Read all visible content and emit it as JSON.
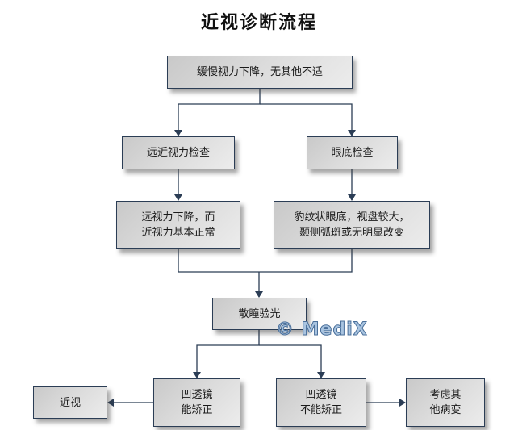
{
  "title": "近视诊断流程",
  "colors": {
    "border": "#2b3d55",
    "line": "#2b3d55",
    "node_fill_start": "#c9c9c9",
    "node_fill_end": "#ececec",
    "watermark": "#a9c4e0"
  },
  "nodes": {
    "start": "缓慢视力下降，无其他不适",
    "vision_test": "远近视力检查",
    "fundus_exam": "眼底检查",
    "vision_result": "远视力下降，而\n近视力基本正常",
    "fundus_result": "豹纹状眼底，视盘较大，\n颞侧弧斑或无明显改变",
    "refraction": "散瞳验光",
    "correctable": "凹透镜\n能矫正",
    "myopia": "近视",
    "not_correctable": "凹透镜\n不能矫正",
    "other_disease": "考虑其\n他病变"
  },
  "edges": [
    {
      "from": "start",
      "to": "vision_test"
    },
    {
      "from": "start",
      "to": "fundus_exam"
    },
    {
      "from": "vision_test",
      "to": "vision_result"
    },
    {
      "from": "fundus_exam",
      "to": "fundus_result"
    },
    {
      "from": "vision_result",
      "to": "refraction"
    },
    {
      "from": "fundus_result",
      "to": "refraction"
    },
    {
      "from": "refraction",
      "to": "correctable"
    },
    {
      "from": "refraction",
      "to": "not_correctable"
    },
    {
      "from": "correctable",
      "to": "myopia"
    },
    {
      "from": "not_correctable",
      "to": "other_disease"
    }
  ],
  "watermark": "© MediX"
}
